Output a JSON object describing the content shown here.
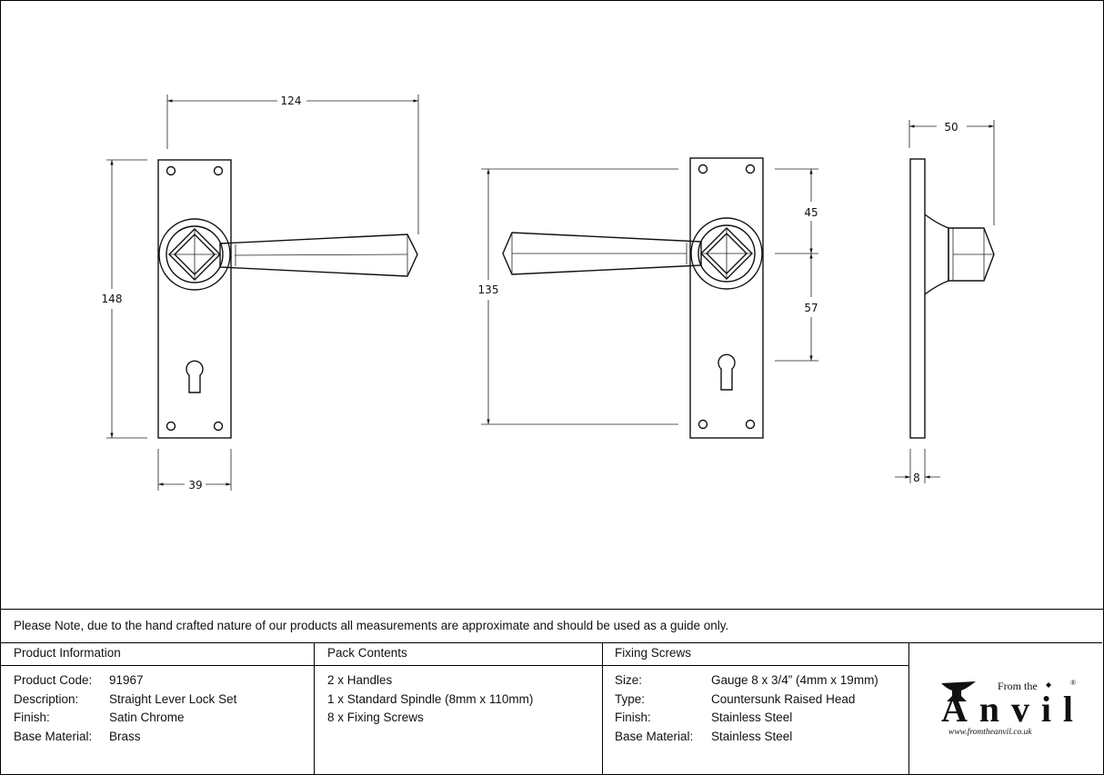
{
  "dimensions": {
    "front_width": "124",
    "front_height": "148",
    "plate_width": "39",
    "back_height": "135",
    "spindle_top": "45",
    "spindle_keyhole": "57",
    "projection": "50",
    "thickness": "8"
  },
  "note": "Please Note, due to the hand crafted nature of our products all measurements are approximate and should be used as a guide only.",
  "product_info": {
    "heading": "Product Information",
    "rows": [
      {
        "label": "Product Code:",
        "value": "91967"
      },
      {
        "label": "Description:",
        "value": "Straight Lever Lock Set"
      },
      {
        "label": "Finish:",
        "value": "Satin Chrome"
      },
      {
        "label": "Base Material:",
        "value": "Brass"
      }
    ]
  },
  "pack_contents": {
    "heading": "Pack Contents",
    "items": [
      "2 x Handles",
      "1 x Standard Spindle (8mm x 110mm)",
      "8 x Fixing Screws"
    ]
  },
  "fixing_screws": {
    "heading": "Fixing Screws",
    "rows": [
      {
        "label": "Size:",
        "value": "Gauge 8 x 3/4” (4mm x 19mm)"
      },
      {
        "label": "Type:",
        "value": "Countersunk Raised Head"
      },
      {
        "label": "Finish:",
        "value": "Stainless Steel"
      },
      {
        "label": "Base Material:",
        "value": "Stainless Steel"
      }
    ]
  },
  "logo": {
    "from_the": "From the",
    "brand": "Anvil",
    "registered": "®",
    "website": "www.fromtheanvil.co.uk"
  }
}
